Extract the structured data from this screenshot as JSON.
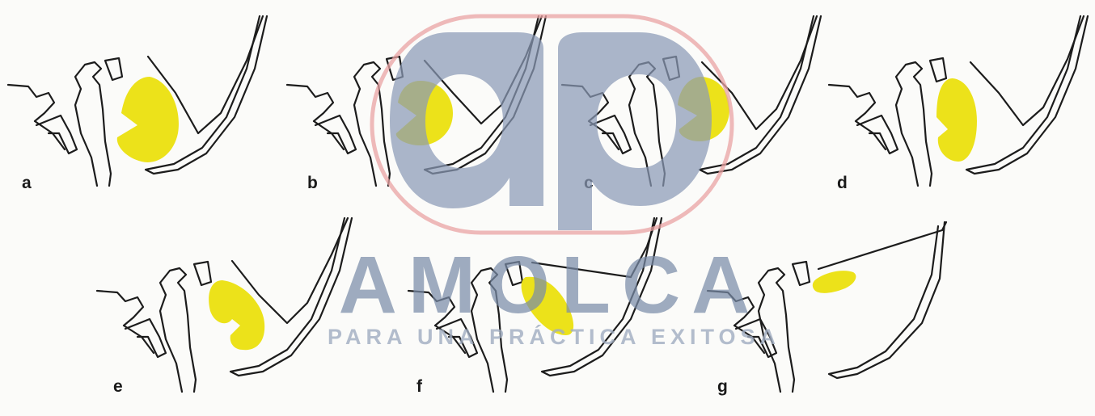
{
  "figure": {
    "panels": [
      {
        "label": "a",
        "shape": "pacman-posterior-left"
      },
      {
        "label": "b",
        "shape": "pacman-small"
      },
      {
        "label": "c",
        "shape": "pacman-posterior-left"
      },
      {
        "label": "d",
        "shape": "kidney-notch-left"
      },
      {
        "label": "e",
        "shape": "pacman-notch-right"
      },
      {
        "label": "f",
        "shape": "teardrop"
      },
      {
        "label": "g",
        "shape": "oval-small"
      }
    ]
  },
  "watermark": {
    "brand": "AMOLCA",
    "tagline": "PARA UNA PRÁCTICA EXITOSA",
    "colors": {
      "ring": "#e9a3a3",
      "fill": "#8a9ab6"
    }
  },
  "colors": {
    "highlight": "#ece21a",
    "ink": "#1c1c1c"
  }
}
